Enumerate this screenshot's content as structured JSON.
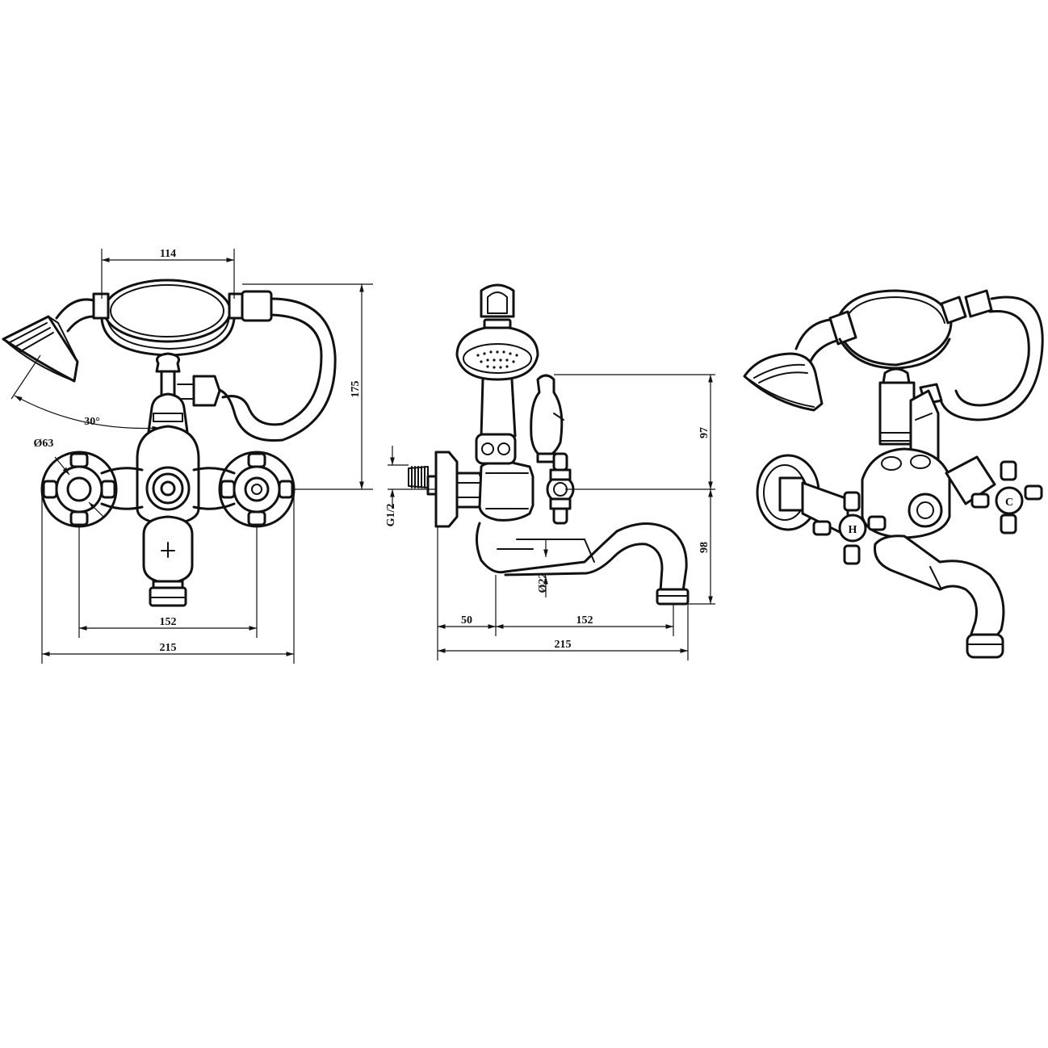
{
  "drawing": {
    "front_view": {
      "dim_spout_handle_width": "114",
      "dim_total_height": "175",
      "dim_shower_angle": "30°",
      "dim_flange_diameter": "Ø63",
      "dim_centers": "152",
      "dim_overall_width": "215"
    },
    "side_view": {
      "dim_upper_height": "97",
      "dim_lower_height": "98",
      "dim_inlet_thread": "G1/2",
      "dim_spout_diameter": "Ø22",
      "dim_wall_offset": "50",
      "dim_spout_reach": "152",
      "dim_overall_depth": "215"
    },
    "iso_view": {
      "hot_label": "H",
      "cold_label": "C"
    }
  }
}
